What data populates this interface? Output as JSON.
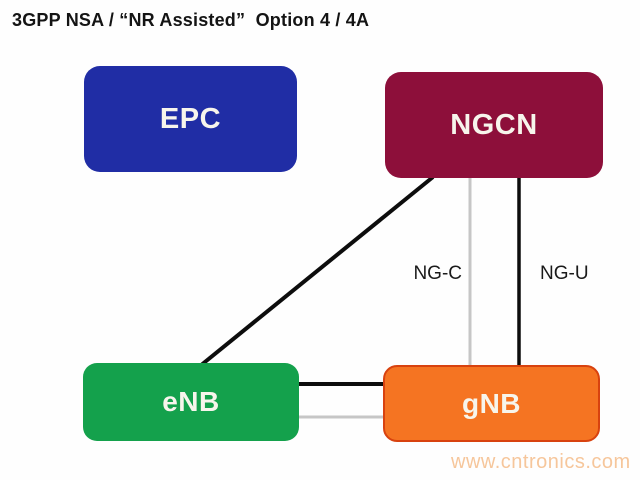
{
  "title": "3GPP NSA / “NR Assisted”  Option 4 / 4A",
  "nodes": {
    "epc": {
      "label": "EPC",
      "color": "#202da5"
    },
    "ngcn": {
      "label": "NGCN",
      "color": "#8d0f3a"
    },
    "enb": {
      "label": "eNB",
      "color": "#14a14c"
    },
    "gnb": {
      "label": "gNB",
      "color": "#f57422",
      "border_color": "#d8420f"
    }
  },
  "links": {
    "ngcn_enb_diagonal": {
      "color": "#0d0d0d"
    },
    "ng_c": {
      "label": "NG-C",
      "color": "#c6c6c6"
    },
    "ng_u": {
      "label": "NG-U",
      "color": "#0d0d0d"
    },
    "enb_gnb_upper": {
      "color": "#0d0d0d"
    },
    "enb_gnb_lower": {
      "color": "#c6c6c6"
    }
  },
  "watermark": {
    "text": "www.cntronics.com",
    "color": "#f6c69b"
  }
}
